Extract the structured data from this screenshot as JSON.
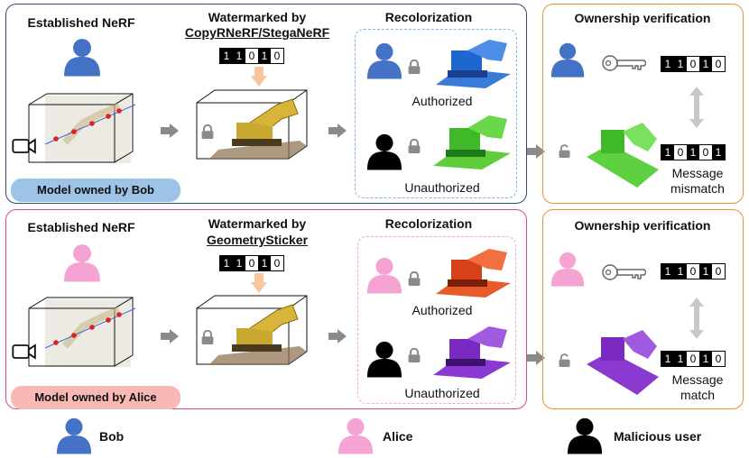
{
  "top": {
    "established": "Established NeRF",
    "watermarked_line1": "Watermarked by",
    "watermarked_line2": "CopyRNeRF/StegaNeRF",
    "recolorization": "Recolorization",
    "authorized": "Authorized",
    "unauthorized": "Unauthorized",
    "badge": "Model owned by Bob",
    "ownership": "Ownership verification",
    "message_line1": "Message",
    "message_line2": "mismatch",
    "bits_wm": [
      "1",
      "1",
      "0",
      "1",
      "0"
    ],
    "bits_key": [
      "1",
      "1",
      "0",
      "1",
      "0"
    ],
    "bits_extracted": [
      "1",
      "0",
      "1",
      "0",
      "1"
    ]
  },
  "bottom": {
    "established": "Established NeRF",
    "watermarked_line1": "Watermarked by",
    "watermarked_line2": "GeometrySticker",
    "recolorization": "Recolorization",
    "authorized": "Authorized",
    "unauthorized": "Unauthorized",
    "badge": "Model owned by Alice",
    "ownership": "Ownership verification",
    "message_line1": "Message",
    "message_line2": "match",
    "bits_wm": [
      "1",
      "1",
      "0",
      "1",
      "0"
    ],
    "bits_key": [
      "1",
      "1",
      "0",
      "1",
      "0"
    ],
    "bits_extracted": [
      "1",
      "1",
      "0",
      "1",
      "0"
    ]
  },
  "legend": {
    "bob": "Bob",
    "alice": "Alice",
    "malicious": "Malicious user"
  },
  "colors": {
    "bob": "#4472c4",
    "alice": "#f4a3d3",
    "malicious": "#000000",
    "top_border": "#2f4b7c",
    "bottom_border": "#e0449a",
    "orange_border": "#e8913a",
    "bob_badge": "#9dc3e6",
    "alice_badge": "#f8b9b5"
  }
}
